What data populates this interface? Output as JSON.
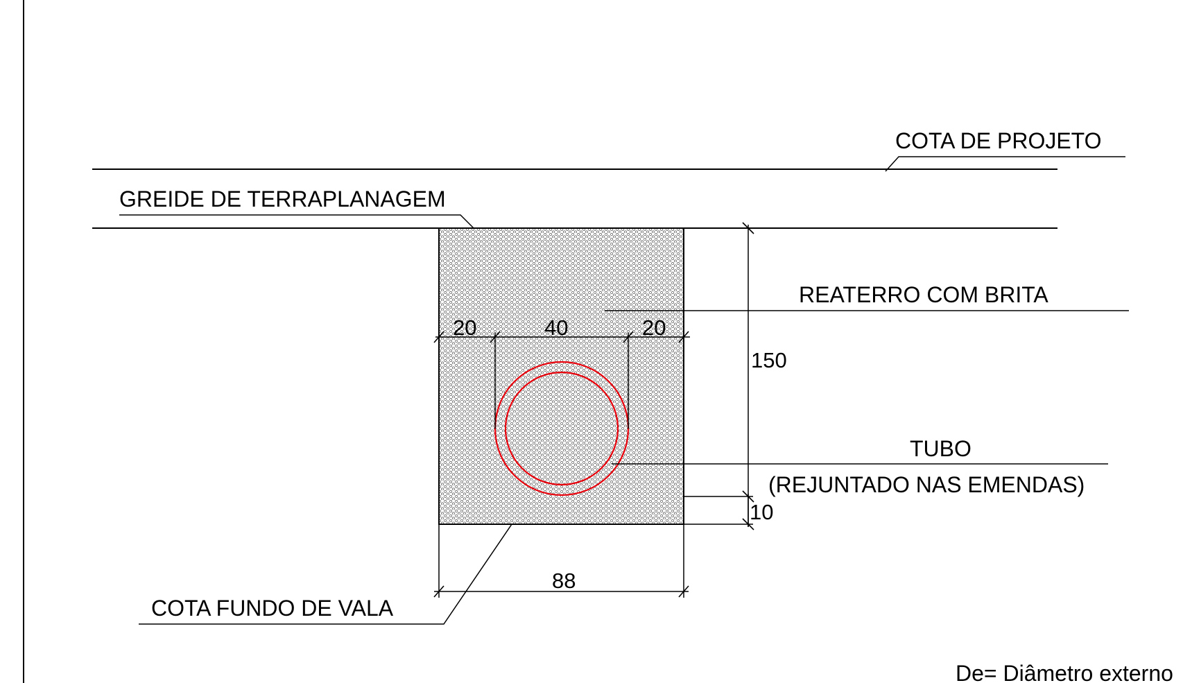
{
  "labels": {
    "cota_projeto": "COTA DE PROJETO",
    "greide": "GREIDE DE TERRAPLANAGEM",
    "reaterro": "REATERRO COM BRITA",
    "tubo": "TUBO",
    "rejuntado": "(REJUNTADO NAS EMENDAS)",
    "cota_fundo": "COTA FUNDO DE VALA",
    "legend_de": "De= Diâmetro externo"
  },
  "dimensions": {
    "left_clearance": "20",
    "pipe_width": "40",
    "right_clearance": "20",
    "depth": "150",
    "bedding": "10",
    "trench_width": "88"
  },
  "colors": {
    "line": "#000000",
    "pipe": "#e8000b",
    "fill_pattern": "#555555"
  }
}
